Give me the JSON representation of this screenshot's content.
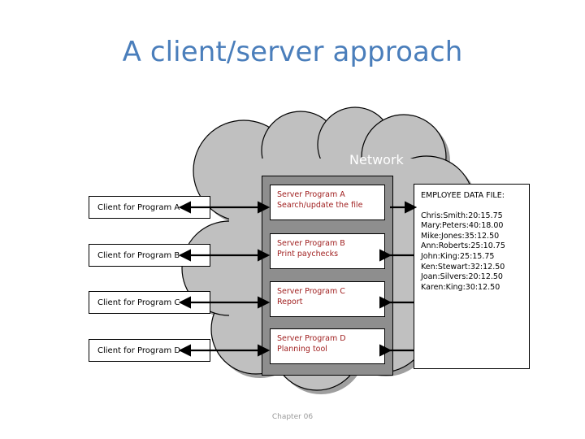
{
  "slide": {
    "title": "A client/server approach",
    "footer": "Chapter 06",
    "network_label": "Network",
    "accent_title_color": "#4a7ebb",
    "cloud_fill_color": "#c0c0c0",
    "server_frame_color": "#8e8e8e",
    "server_text_color": "#a02020"
  },
  "clients": [
    {
      "label": "Client for Program A"
    },
    {
      "label": "Client for Program B"
    },
    {
      "label": "Client for Program C"
    },
    {
      "label": "Client for Program D"
    }
  ],
  "servers": [
    {
      "line1": "Server Program A",
      "line2": "Search/update the file"
    },
    {
      "line1": "Server Program B",
      "line2": "Print paychecks"
    },
    {
      "line1": "Server Program C",
      "line2": "Report"
    },
    {
      "line1": "Server Program D",
      "line2": "Planning tool"
    }
  ],
  "datafile": {
    "title": "EMPLOYEE DATA FILE:",
    "rows": [
      "Chris:Smith:20:15.75",
      "Mary:Peters:40:18.00",
      "Mike:Jones:35:12.50",
      "Ann:Roberts:25:10.75",
      "John:King:25:15.75",
      "Ken:Stewart:32:12.50",
      "Joan:Silvers:20:12.50",
      "Karen:King:30:12.50"
    ]
  }
}
